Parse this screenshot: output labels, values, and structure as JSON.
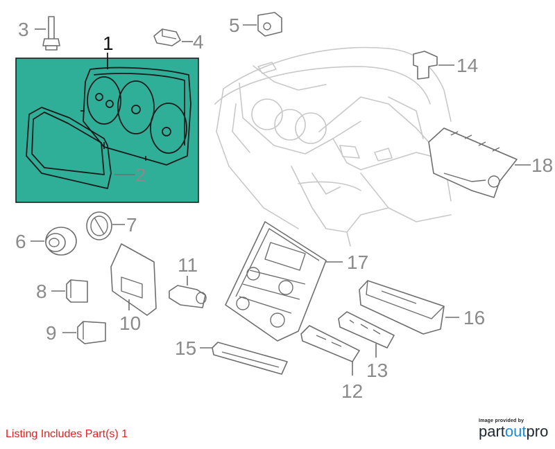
{
  "callouts": {
    "c1": "1",
    "c2": "2",
    "c3": "3",
    "c4": "4",
    "c5": "5",
    "c6": "6",
    "c7": "7",
    "c8": "8",
    "c9": "9",
    "c10": "10",
    "c11": "11",
    "c12": "12",
    "c13": "13",
    "c14": "14",
    "c15": "15",
    "c16": "16",
    "c17": "17",
    "c18": "18"
  },
  "highlight_color": "#2fae98",
  "listing_note": "Listing Includes Part(s) 1",
  "brand": {
    "caption": "Image provided by",
    "name_a": "part",
    "name_b": "out",
    "name_c": "pro"
  }
}
